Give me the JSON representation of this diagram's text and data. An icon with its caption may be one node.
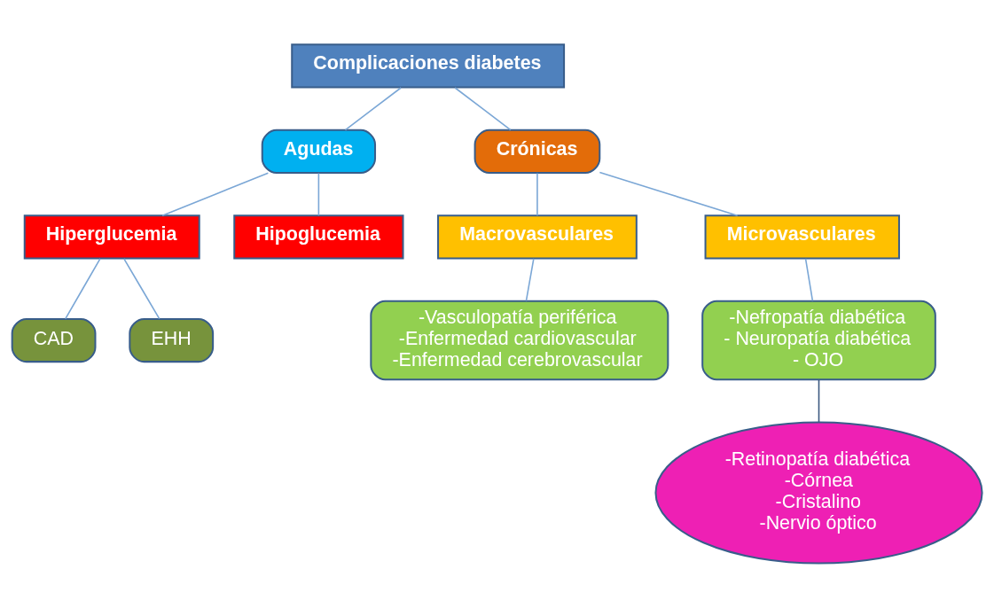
{
  "diagram": {
    "nodes": [
      {
        "text": [
          "Complicaciones diabetes"
        ]
      },
      {
        "text": [
          "Agudas"
        ]
      },
      {
        "text": [
          "Crónicas"
        ]
      },
      {
        "text": [
          "Hiperglucemia"
        ]
      },
      {
        "text": [
          "Hipoglucemia"
        ]
      },
      {
        "text": [
          "Macrovasculares"
        ]
      },
      {
        "text": [
          "Microvasculares"
        ]
      },
      {
        "text": [
          "CAD"
        ]
      },
      {
        "text": [
          "EHH"
        ]
      },
      {
        "text": [
          "-Vasculopatía periférica",
          "-Enfermedad cardiovascular",
          "-Enfermedad cerebrovascular"
        ]
      },
      {
        "text": [
          "-Nefropatía diabética",
          "- Neuropatía diabética",
          "- OJO"
        ]
      },
      {
        "text": [
          "-Retinopatía diabética",
          "-Córnea",
          "-Cristalino",
          "-Nervio óptico"
        ]
      }
    ],
    "edges": [
      {
        "from": 0,
        "to": 1,
        "arrow": "none"
      },
      {
        "from": 0,
        "to": 2,
        "arrow": "none"
      },
      {
        "from": 1,
        "to": 3,
        "arrow": "none"
      },
      {
        "from": 1,
        "to": 4,
        "arrow": "none"
      },
      {
        "from": 2,
        "to": 5,
        "arrow": "none"
      },
      {
        "from": 2,
        "to": 6,
        "arrow": "none"
      },
      {
        "from": 3,
        "to": 7,
        "arrow": "none"
      },
      {
        "from": 3,
        "to": 8,
        "arrow": "none"
      },
      {
        "from": 5,
        "to": 9,
        "arrow": "none"
      },
      {
        "from": 6,
        "to": 10,
        "arrow": "none"
      },
      {
        "from": 10,
        "to": 11,
        "arrow": "none",
        "color": "#3d5a80"
      }
    ]
  }
}
